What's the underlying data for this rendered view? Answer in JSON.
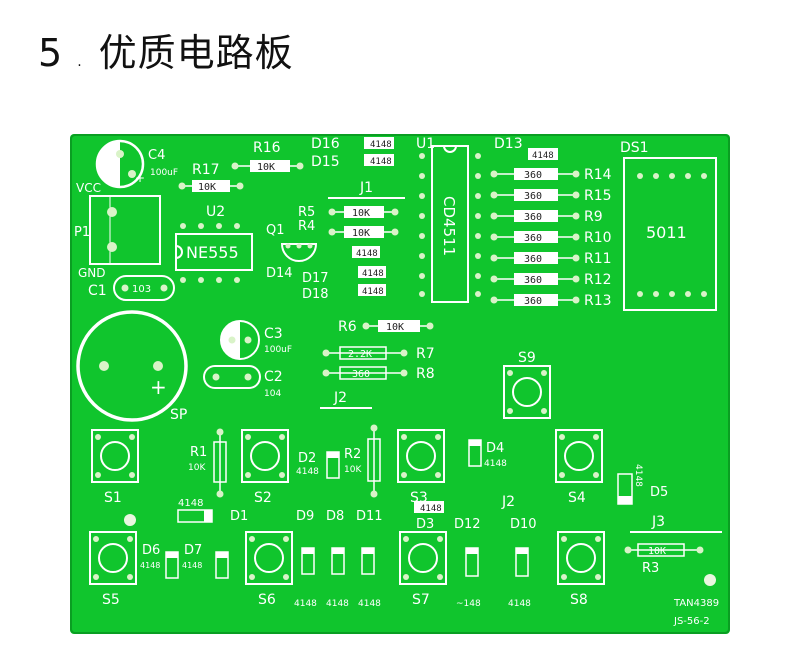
{
  "title": {
    "number": "5",
    "text": "优质电路板"
  },
  "board": {
    "colors": {
      "board": "#10c52d",
      "edge": "#0a9e22",
      "silk": "#ffffff",
      "pad": "#d9f3c8",
      "pad_hole": "#0e9a27",
      "resistor_body": "#ffffff"
    },
    "labels": {
      "r16": "R16",
      "r17": "R17",
      "r5": "R5",
      "r4": "R4",
      "r6": "R6",
      "r7": "R7",
      "r8": "R8",
      "r9": "R9",
      "r10": "R10",
      "r11": "R11",
      "r12": "R12",
      "r13": "R13",
      "r14": "R14",
      "r15": "R15",
      "r1": "R1",
      "r2": "R2",
      "r3": "R3",
      "d1": "D1",
      "d2": "D2",
      "d3": "D3",
      "d4": "D4",
      "d5": "D5",
      "d6": "D6",
      "d7": "D7",
      "d8": "D8",
      "d9": "D9",
      "d10": "D10",
      "d11": "D11",
      "d12": "D12",
      "d13": "D13",
      "d14": "D14",
      "d15": "D15",
      "d16": "D16",
      "d17": "D17",
      "d18": "D18",
      "c1": "C1",
      "c2": "C2",
      "c3": "C3",
      "c4": "C4",
      "c3_val": "100uF",
      "c4_val": "100uF",
      "c2_val": "104",
      "c1_val": "103",
      "u1": "U1",
      "u2": "U2",
      "q1": "Q1",
      "j1": "J1",
      "j2a": "J2",
      "j2b": "J2",
      "j3": "J3",
      "p1": "P1",
      "vcc": "VCC",
      "gnd": "GND",
      "sp": "SP",
      "ds1": "DS1",
      "s1": "S1",
      "s2": "S2",
      "s3": "S3",
      "s4": "S4",
      "s5": "S5",
      "s6": "S6",
      "s7": "S7",
      "s8": "S8",
      "s9": "S9",
      "ne555": "NE555",
      "cd4511": "CD4511",
      "display": "5011",
      "tan": "TAN4389",
      "js": "JS-56-2"
    },
    "values": {
      "v10k": "10K",
      "v2_2k": "2.2K",
      "v360": "360",
      "v4148": "4148",
      "v148": "~148"
    }
  }
}
